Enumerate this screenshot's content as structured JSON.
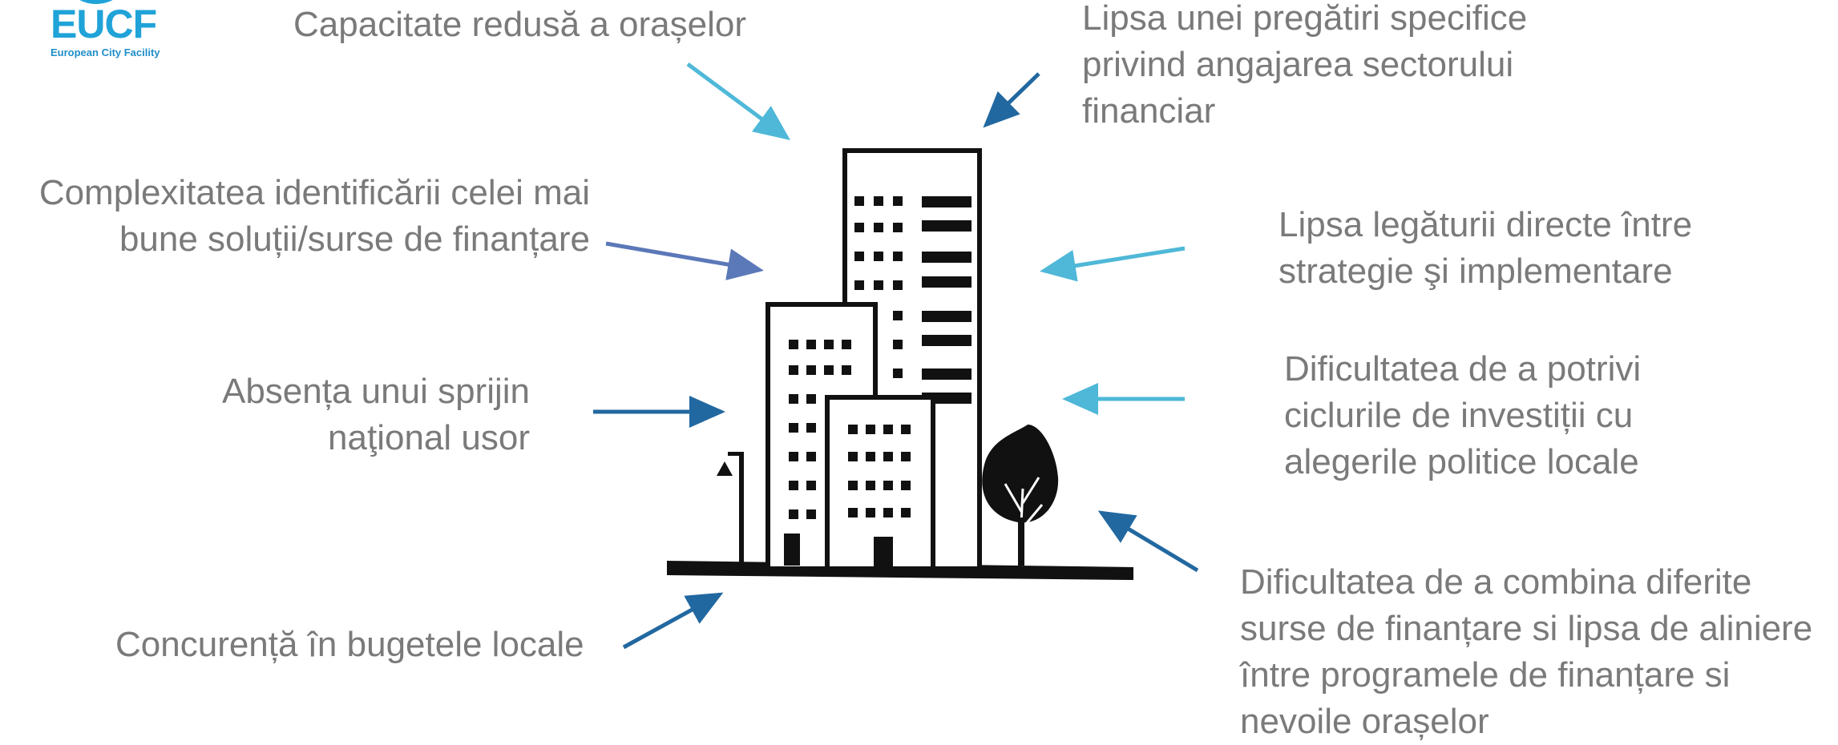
{
  "logo": {
    "text": "EUCF",
    "subtitle": "European City Facility",
    "color": "#1fa3d8"
  },
  "labels": {
    "capacity": [
      "Capacitate redusă a orașelor"
    ],
    "training": [
      "Lipsa unei pregătiri specifice",
      "privind angajarea sectorului",
      "financiar"
    ],
    "complexity": [
      "Complexitatea identificării celei mai",
      "bune soluții/surse de finanțare"
    ],
    "link": [
      "Lipsa legăturii directe între",
      "strategie şi implementare"
    ],
    "national": [
      "Absența unui sprijin",
      "naţional usor"
    ],
    "cycles": [
      "Dificultatea de a potrivi",
      "ciclurile de investiții cu",
      "alegerile politice locale"
    ],
    "combine": [
      "Dificultatea de a combina diferite",
      "surse de finanțare si lipsa de aliniere",
      "între programele de finanțare si",
      "nevoile orașelor"
    ],
    "competition": [
      "Concurență în bugetele locale"
    ]
  },
  "colors": {
    "text": "#7a7a7a",
    "arrow_light": "#4fb8d8",
    "arrow_mid": "#3a88c0",
    "arrow_dark": "#2268a0",
    "arrow_purple": "#5b78b8",
    "building": "#111111"
  }
}
